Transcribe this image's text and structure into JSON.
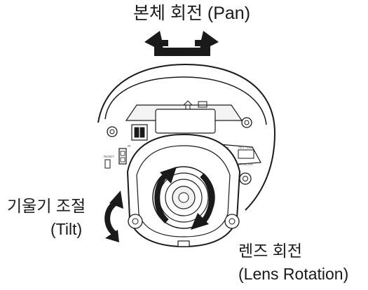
{
  "labels": {
    "pan": "본체 회전 (Pan)",
    "tilt_line1": "기울기 조절",
    "tilt_line2": "(Tilt)",
    "rotation_line1": "렌즈 회전",
    "rotation_line2": "(Lens Rotation)"
  },
  "camera_text": {
    "network": "NETWORK",
    "act": "ACT",
    "link": "LINK",
    "audio": "AUDIO",
    "alarm": "ALARM",
    "reset": "RESET",
    "ir": "IR"
  },
  "colors": {
    "line": "#1a1a1a",
    "fill": "#ffffff",
    "detail": "#555555"
  }
}
